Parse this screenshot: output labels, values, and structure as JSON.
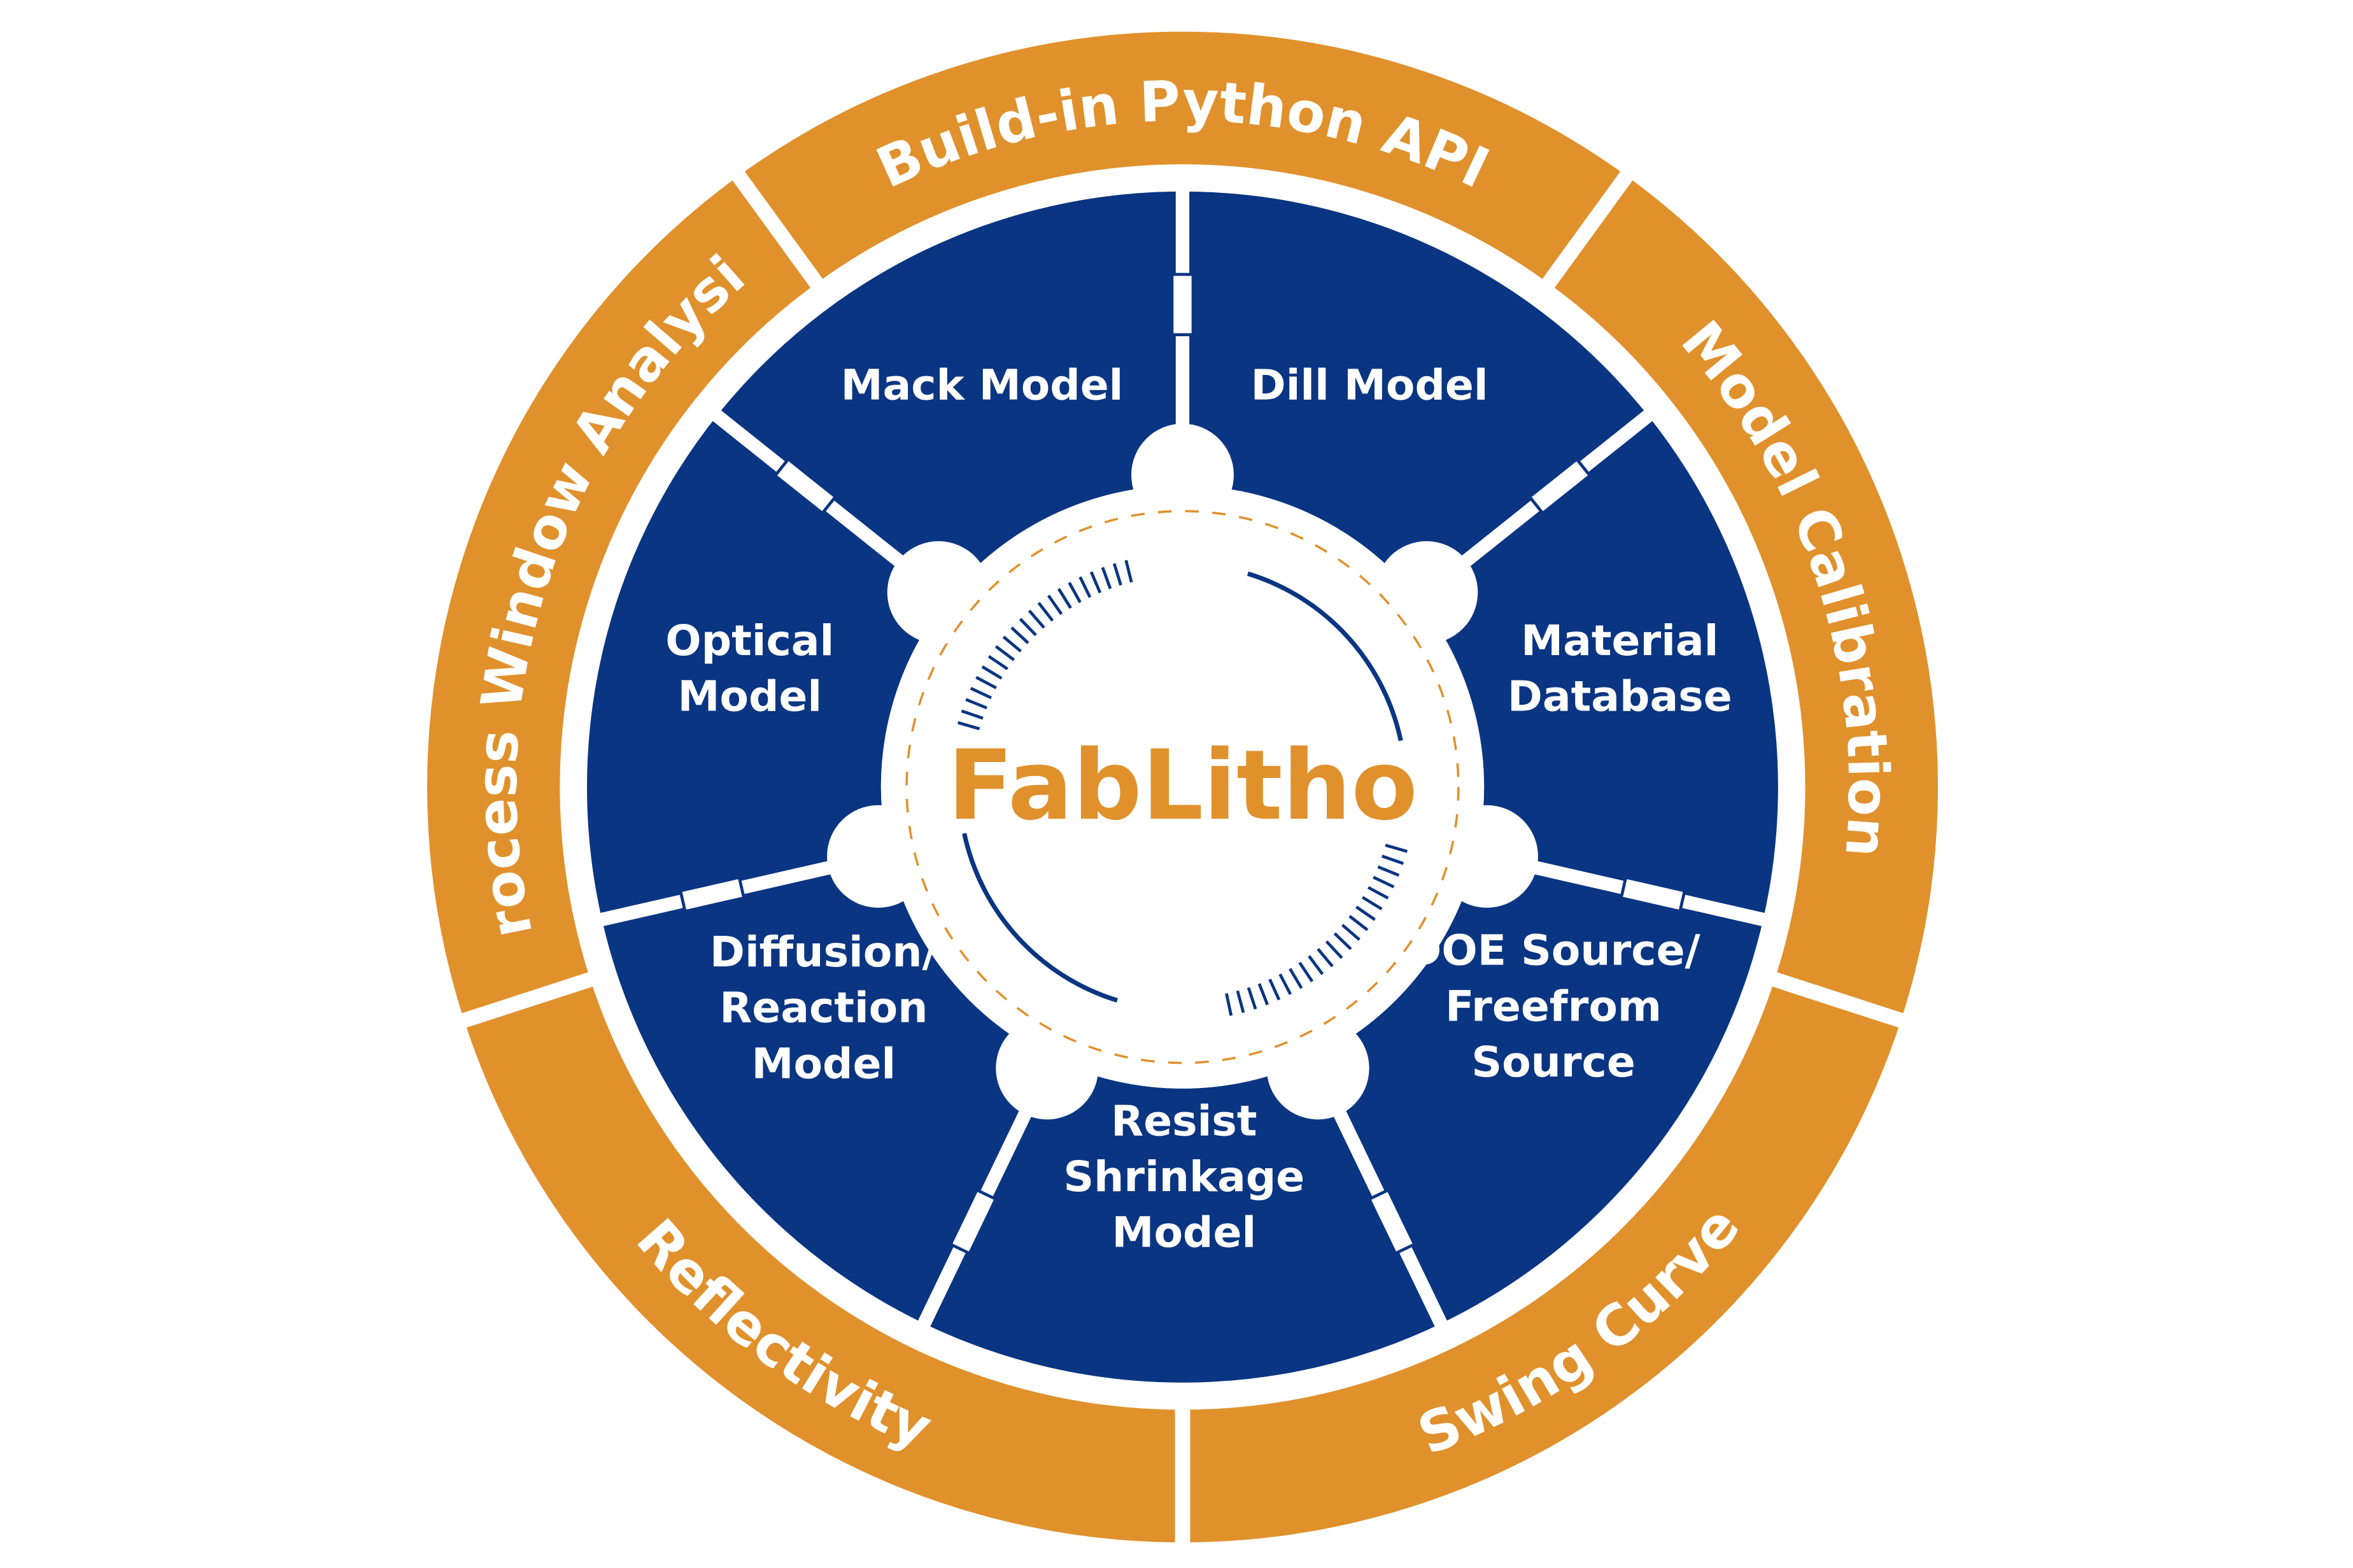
{
  "center_title": "FabLitho",
  "colors": {
    "navy": "#0a3582",
    "orange": "#e0912c",
    "background": "#ffffff"
  },
  "outer_ring": [
    {
      "label": "Build-in Python API"
    },
    {
      "label": "Model Calibration"
    },
    {
      "label": "Swing Curve"
    },
    {
      "label": "Reflectivity"
    },
    {
      "label": "Process Window Analysis"
    }
  ],
  "inner_ring": [
    {
      "lines": [
        "Dill Model"
      ]
    },
    {
      "lines": [
        "Material",
        "Database"
      ]
    },
    {
      "lines": [
        "DOE Source/",
        "Freefrom",
        "Source"
      ]
    },
    {
      "lines": [
        "Resist",
        "Shrinkage",
        "Model"
      ]
    },
    {
      "lines": [
        "Diffusion/",
        "Reaction",
        "Model"
      ]
    },
    {
      "lines": [
        "Optical",
        "Model"
      ]
    },
    {
      "lines": [
        "Mack Model"
      ]
    }
  ]
}
